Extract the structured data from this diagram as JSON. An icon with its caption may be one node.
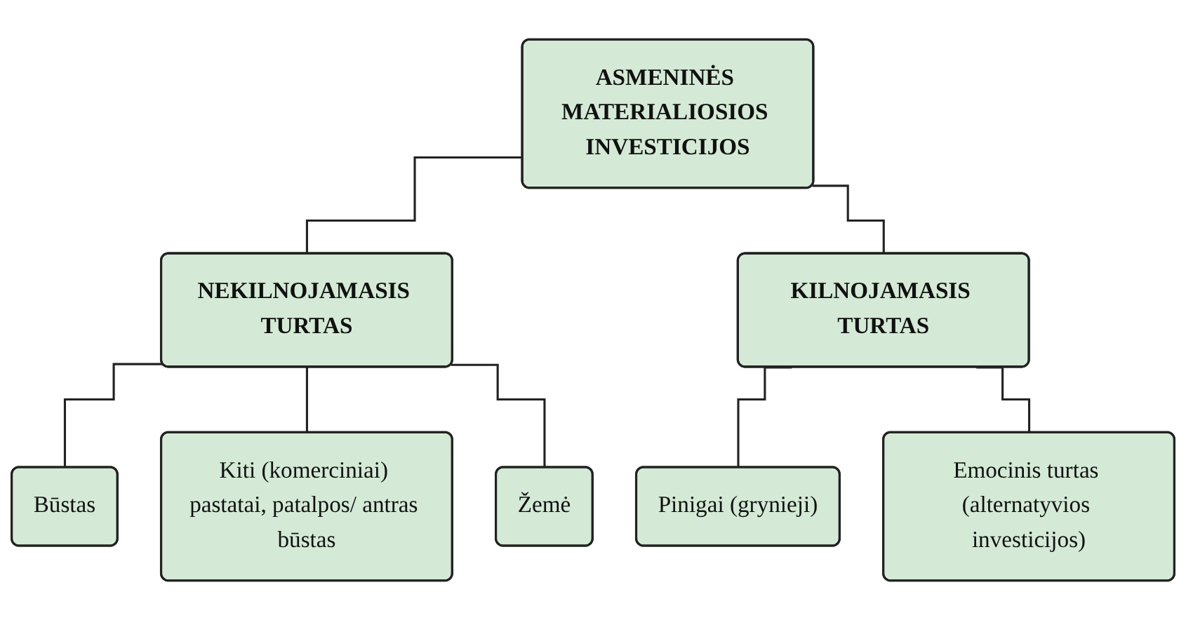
{
  "diagram": {
    "nodes": [
      {
        "text": [
          "ASMENINĖS MATERIALIOSIOS INVESTICIJOS"
        ]
      },
      {
        "text": [
          "NEKILNOJAMASIS TURTAS"
        ]
      },
      {
        "text": [
          "KILNOJAMASIS TURTAS"
        ]
      },
      {
        "text": [
          "Būstas"
        ]
      },
      {
        "text": [
          "Kiti (komerciniai) pastatai, patalpos/ antras būstas"
        ]
      },
      {
        "text": [
          "Žemė"
        ]
      },
      {
        "text": [
          "Pinigai (grynieji)"
        ]
      },
      {
        "text": [
          "Emocinis turtas (alternatyvios investicijos)"
        ]
      }
    ],
    "edges": [
      {
        "from": 0,
        "to": 1,
        "arrow": "none"
      },
      {
        "from": 0,
        "to": 2,
        "arrow": "none"
      },
      {
        "from": 1,
        "to": 3,
        "arrow": "none"
      },
      {
        "from": 1,
        "to": 4,
        "arrow": "none"
      },
      {
        "from": 1,
        "to": 5,
        "arrow": "none"
      },
      {
        "from": 2,
        "to": 6,
        "arrow": "none"
      },
      {
        "from": 2,
        "to": 7,
        "arrow": "none"
      }
    ]
  }
}
